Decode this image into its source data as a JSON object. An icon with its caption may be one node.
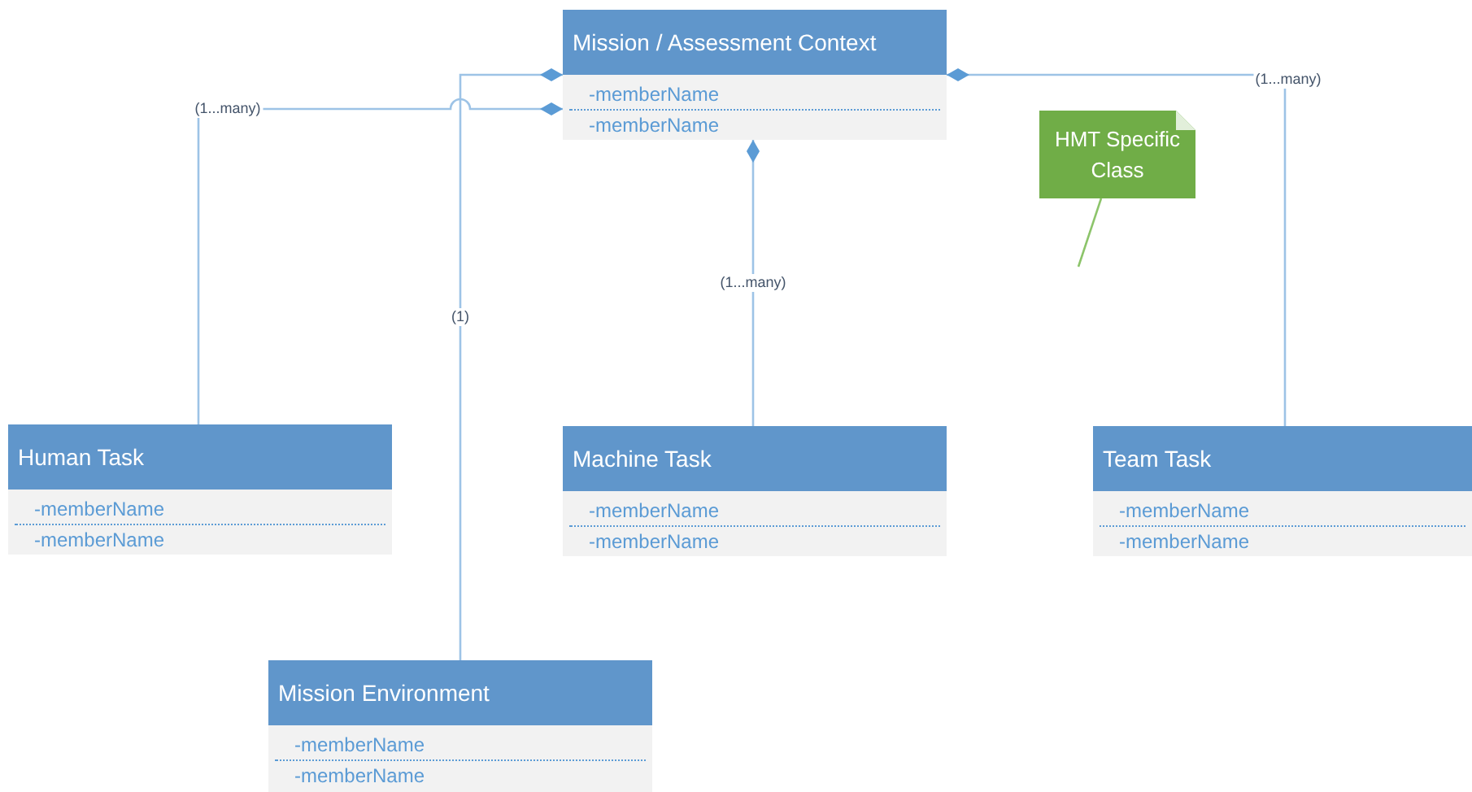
{
  "diagram": {
    "nodes": [
      {
        "text": [
          "Mission / Assessment Context",
          "-memberName",
          "-memberName"
        ]
      },
      {
        "text": [
          "Human Task",
          "-memberName",
          "-memberName"
        ]
      },
      {
        "text": [
          "Machine Task",
          "-memberName",
          "-memberName"
        ]
      },
      {
        "text": [
          "Team Task",
          "-memberName",
          "-memberName"
        ]
      },
      {
        "text": [
          "Mission Environment",
          "-memberName",
          "-memberName"
        ]
      },
      {
        "text": [
          "HMT Specific Class"
        ]
      }
    ],
    "edges": [
      {
        "from": 0,
        "to": 1,
        "arrow": "other",
        "label": "(1...many)"
      },
      {
        "from": 0,
        "to": 4,
        "arrow": "other",
        "label": "(1)"
      },
      {
        "from": 0,
        "to": 2,
        "arrow": "other",
        "label": "(1...many)"
      },
      {
        "from": 0,
        "to": 3,
        "arrow": "other",
        "label": "(1...many)"
      },
      {
        "from": 5,
        "to": null,
        "arrow": "none",
        "color": "#8cc46a"
      }
    ]
  }
}
